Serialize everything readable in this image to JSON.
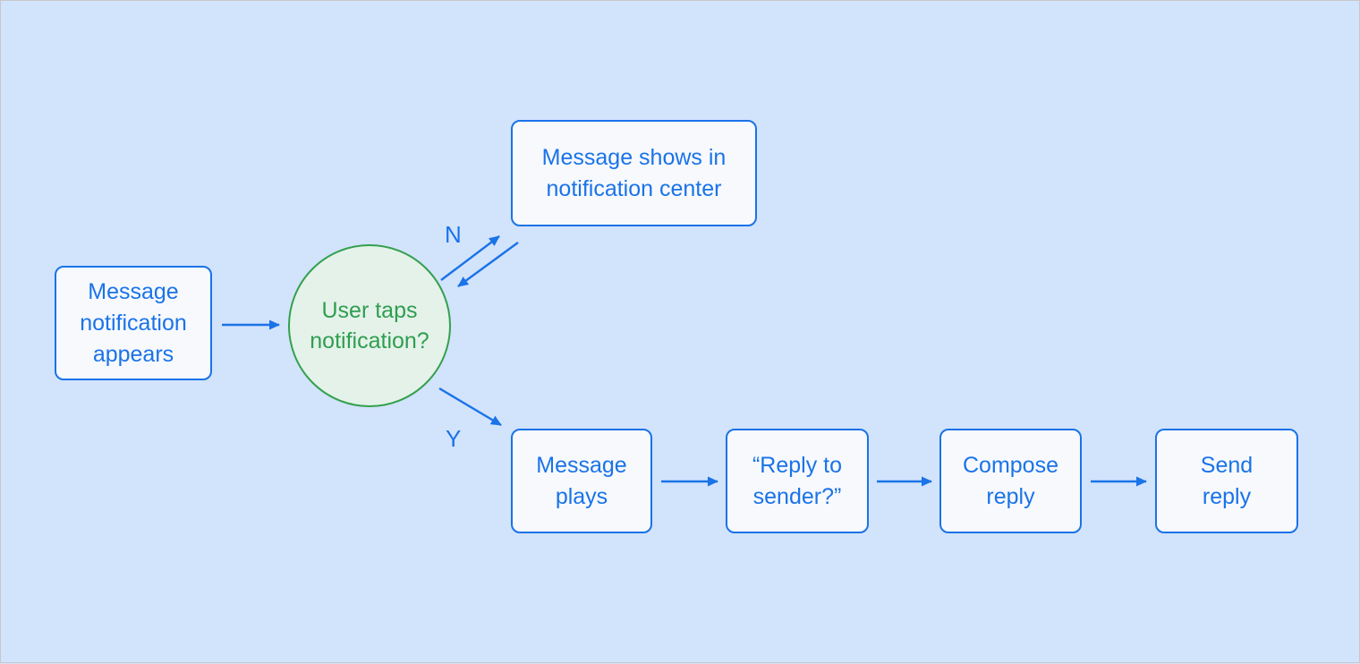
{
  "palette": {
    "blue": "#1a73e8",
    "green_stroke": "#34a04e",
    "green_text": "#2f9e4f",
    "green_fill": "#e4f2e9",
    "node_fill": "#f7f9fd",
    "canvas_bg": "#d2e3fc",
    "frame_border": "#c8c8c8"
  },
  "diagram": {
    "type": "flowchart",
    "nodes": {
      "start": {
        "shape": "rounded-rect",
        "label": "Message notification appears"
      },
      "decision": {
        "shape": "circle",
        "label": "User taps notification?"
      },
      "notif_center": {
        "shape": "rounded-rect",
        "label": "Message shows in notification center"
      },
      "plays": {
        "shape": "rounded-rect",
        "label": "Message plays"
      },
      "reply_q": {
        "shape": "rounded-rect",
        "label": "“Reply to sender?”"
      },
      "compose": {
        "shape": "rounded-rect",
        "label": "Compose reply"
      },
      "send": {
        "shape": "rounded-rect",
        "label": "Send reply"
      }
    },
    "edge_labels": {
      "no": "N",
      "yes": "Y"
    },
    "edges": [
      {
        "from": "start",
        "to": "decision",
        "label": ""
      },
      {
        "from": "decision",
        "to": "notif_center",
        "label": "N"
      },
      {
        "from": "notif_center",
        "to": "decision",
        "label": ""
      },
      {
        "from": "decision",
        "to": "plays",
        "label": "Y"
      },
      {
        "from": "plays",
        "to": "reply_q",
        "label": ""
      },
      {
        "from": "reply_q",
        "to": "compose",
        "label": ""
      },
      {
        "from": "compose",
        "to": "send",
        "label": ""
      }
    ]
  }
}
